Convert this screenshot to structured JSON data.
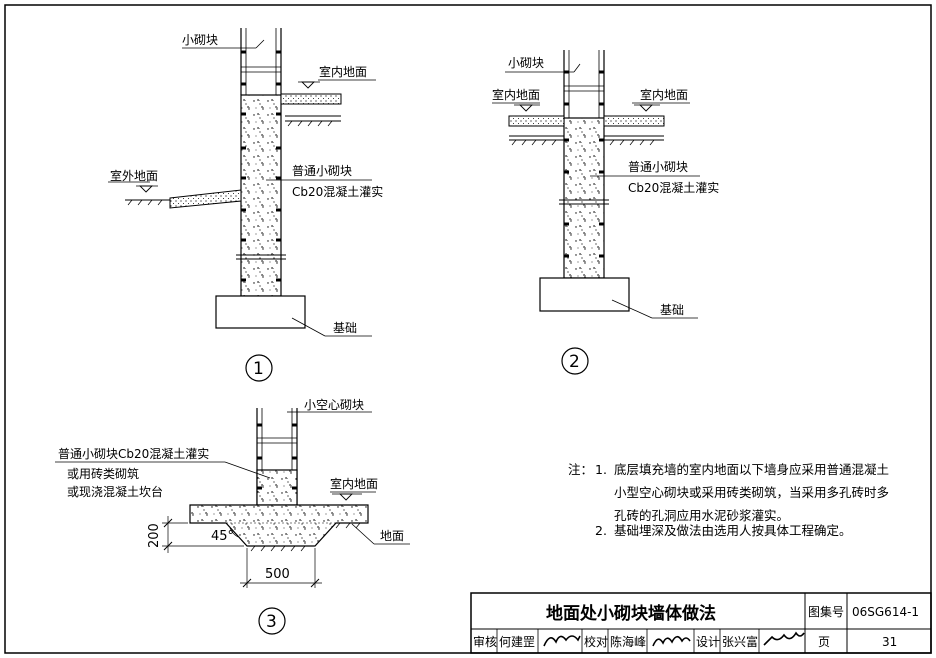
{
  "detail1": {
    "label_block": "小砌块",
    "label_indoor": "室内地面",
    "label_outdoor": "室外地面",
    "label_common1": "普通小砌块",
    "label_common2": "Cb20混凝土灌实",
    "label_foundation": "基础",
    "number": "1"
  },
  "detail2": {
    "label_block": "小砌块",
    "label_indoor_left": "室内地面",
    "label_indoor_right": "室内地面",
    "label_common1": "普通小砌块",
    "label_common2": "Cb20混凝土灌实",
    "label_foundation": "基础",
    "number": "2"
  },
  "detail3": {
    "label_hollow": "小空心砌块",
    "label_common": "普通小砌块Cb20混凝土灌实",
    "label_alt1": "或用砖类砌筑",
    "label_alt2": "或现浇混凝土坎台",
    "label_indoor": "室内地面",
    "label_ground": "地面",
    "dim_height": "200",
    "dim_width": "500",
    "dim_angle": "45°",
    "number": "3"
  },
  "notes": {
    "prefix": "注：",
    "n1_num": "1.",
    "n1_line1": "底层填充墙的室内地面以下墙身应采用普通混凝土",
    "n1_line2": "小型空心砌块或采用砖类砌筑，当采用多孔砖时多",
    "n1_line3": "孔砖的孔洞应用水泥砂浆灌实。",
    "n2_num": "2.",
    "n2_line1": "基础埋深及做法由选用人按具体工程确定。"
  },
  "title_block": {
    "title": "地面处小砌块墙体做法",
    "atlas_label": "图集号",
    "atlas_no": "06SG614-1",
    "review_label": "审核",
    "review_name": "何建罡",
    "check_label": "校对",
    "check_name": "陈海峰",
    "design_label": "设计",
    "design_name": "张兴富",
    "page_label": "页",
    "page_no": "31"
  }
}
